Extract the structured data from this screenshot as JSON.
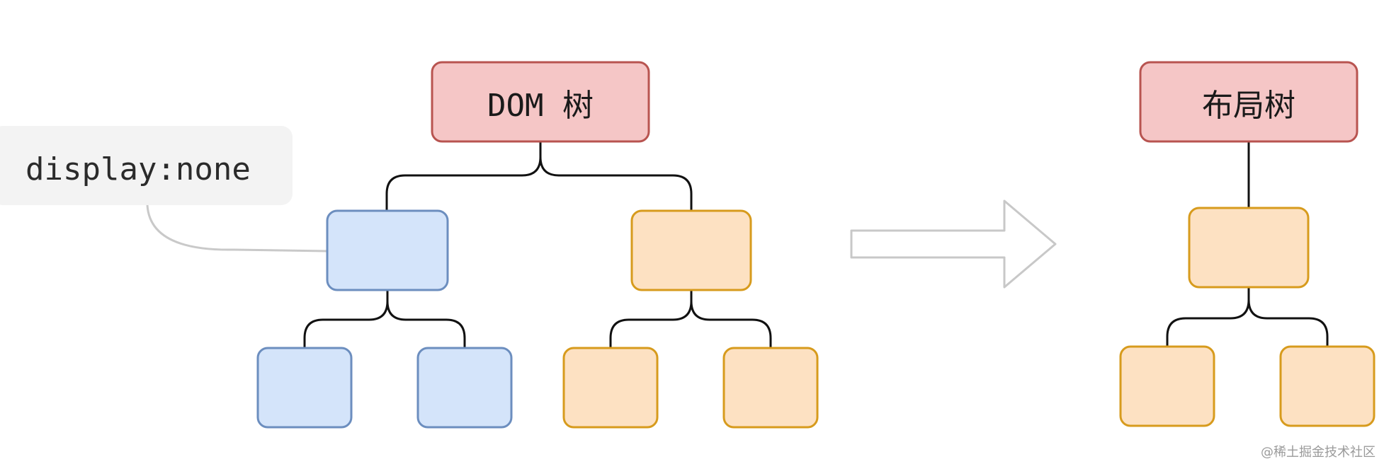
{
  "dom_tree": {
    "root_label": "DOM 树",
    "annotation": "display:none"
  },
  "layout_tree": {
    "root_label": "布局树"
  },
  "watermark": "@稀土掘金技术社区",
  "colors": {
    "root_fill": "#f5c6c6",
    "root_stroke": "#b85450",
    "hidden_fill": "#d4e4fa",
    "hidden_stroke": "#6c8ebf",
    "visible_fill": "#fde1c2",
    "visible_stroke": "#d79b1d",
    "arrow_stroke": "#c8c8c8",
    "annotation_bg": "#f3f3f3"
  }
}
